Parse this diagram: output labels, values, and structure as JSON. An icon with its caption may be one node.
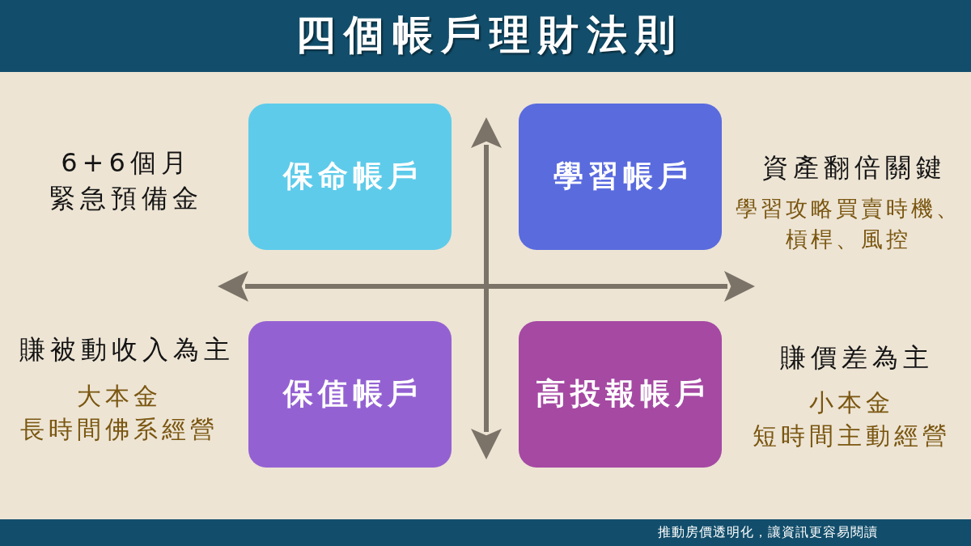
{
  "diagram": {
    "title": "四個帳戶理財法則",
    "nodes": [
      {
        "text": [
          "保命帳戶"
        ],
        "beside": [
          "6+6個月",
          "緊急預備金"
        ]
      },
      {
        "text": [
          "學習帳戶"
        ],
        "beside": [
          "資產翻倍關鍵",
          "學習攻略買賣時機、槓桿、風控"
        ]
      },
      {
        "text": [
          "保值帳戶"
        ],
        "beside": [
          "賺被動收入為主",
          "大本金",
          "長時間佛系經營"
        ]
      },
      {
        "text": [
          "高投報帳戶"
        ],
        "beside": [
          "賺價差為主",
          "小本金",
          "短時間主動經營"
        ]
      }
    ],
    "labels": [
      "推動房價透明化，讓資訊更容易閱讀"
    ]
  }
}
